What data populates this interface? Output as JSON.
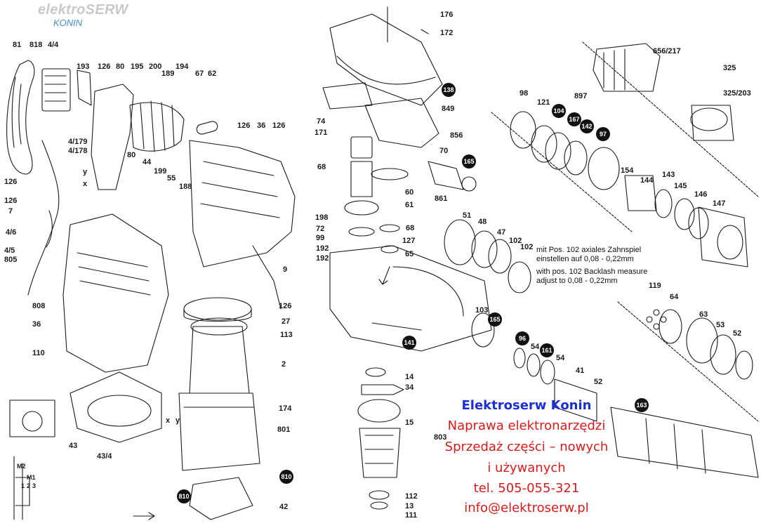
{
  "logo": {
    "brand": "elektroSERW",
    "city": "KONIN"
  },
  "part_numbers": [
    "81",
    "818",
    "4/4",
    "193",
    "126",
    "80",
    "195",
    "200",
    "194",
    "189",
    "67",
    "62",
    "4/179",
    "4/178",
    "126",
    "126",
    "36",
    "126",
    "80",
    "44",
    "199",
    "55",
    "188",
    "126",
    "7",
    "4/6",
    "4/5",
    "805",
    "808",
    "36",
    "110",
    "9",
    "126",
    "27",
    "113",
    "2",
    "174",
    "801",
    "43",
    "43/4",
    "42",
    "176",
    "172",
    "138",
    "849",
    "74",
    "171",
    "856",
    "70",
    "165",
    "68",
    "60",
    "61",
    "861",
    "198",
    "72",
    "99",
    "192",
    "192",
    "68",
    "127",
    "65",
    "51",
    "48",
    "47",
    "102",
    "102",
    "103",
    "165",
    "141",
    "96",
    "54",
    "161",
    "54",
    "41",
    "52",
    "163",
    "14",
    "34",
    "15",
    "803",
    "112",
    "13",
    "111",
    "656/217",
    "325",
    "325/203",
    "98",
    "121",
    "897",
    "104",
    "167",
    "142",
    "97",
    "154",
    "144",
    "143",
    "145",
    "146",
    "147",
    "119",
    "64",
    "63",
    "53",
    "52"
  ],
  "circled_numbers": [
    "138",
    "165",
    "104",
    "167",
    "142",
    "97",
    "165",
    "141",
    "96",
    "161",
    "163",
    "810",
    "810"
  ],
  "notes": {
    "pl_line1": "mit Pos. 102 axiales Zahnspiel",
    "pl_line2": "einstellen auf 0,08 - 0,22mm",
    "en_line1": "with pos. 102 Backlash measure",
    "en_line2": "adjust to 0,08 - 0,22mm"
  },
  "wiring_labels": [
    "M2",
    "M1",
    "1",
    "2",
    "3"
  ],
  "connector_labels": [
    "y",
    "x",
    "x",
    "y"
  ],
  "promo": {
    "title": "Elektroserw Konin",
    "line1": "Naprawa elektronarzędzi",
    "line2": "Sprzedaż części – nowych",
    "line3": "i używanych",
    "line4": "tel. 505-055-321",
    "line5": "info@elektroserw.pl"
  },
  "colors": {
    "promo_title": "#1a2fd6",
    "promo_text": "#e01818",
    "logo_city": "#4a88d6",
    "logo_brand": "#c9c9c9",
    "line": "#1a1a1a"
  }
}
